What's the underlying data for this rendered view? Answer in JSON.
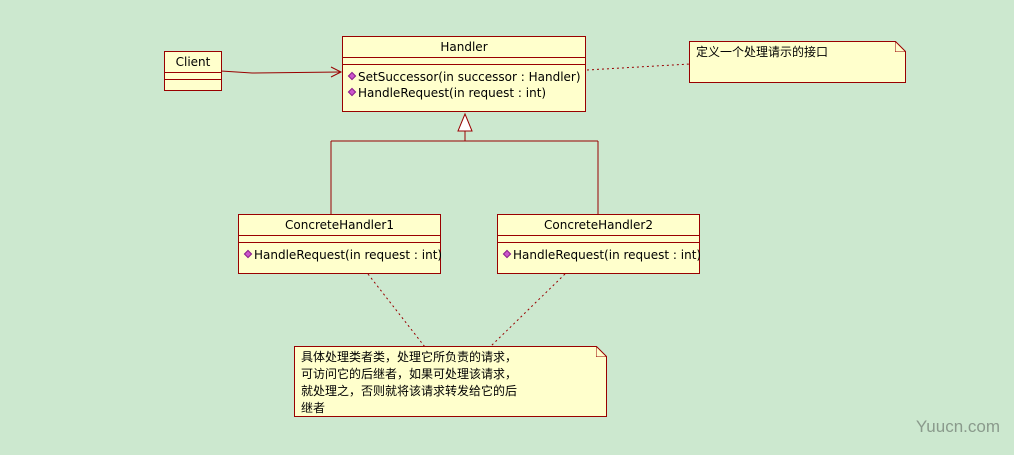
{
  "classes": {
    "client": {
      "name": "Client",
      "ops": []
    },
    "handler": {
      "name": "Handler",
      "ops": [
        "SetSuccessor(in successor : Handler)",
        "HandleRequest(in request : int)"
      ]
    },
    "concrete1": {
      "name": "ConcreteHandler1",
      "ops": [
        "HandleRequest(in request : int)"
      ]
    },
    "concrete2": {
      "name": "ConcreteHandler2",
      "ops": [
        "HandleRequest(in request : int)"
      ]
    }
  },
  "notes": {
    "interface": "定义一个处理请示的接口",
    "concrete": "具体处理类者类，处理它所负责的请求，\n可访问它的后继者，如果可处理该请求，\n就处理之，否则就将该请求转发给它的后\n继者"
  },
  "watermark": "Yuucn.com",
  "colors": {
    "background": "#cce8cf",
    "box_fill": "#ffffcc",
    "box_border": "#990000",
    "operation_icon": "#cc55cc"
  }
}
